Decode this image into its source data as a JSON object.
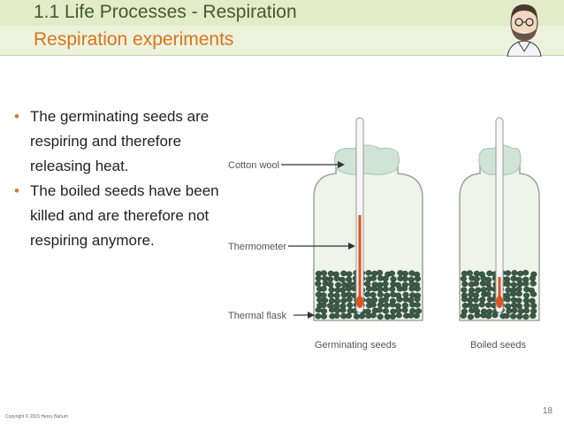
{
  "header": {
    "title": "1.1 Life Processes - Respiration",
    "subtitle": "Respiration experiments"
  },
  "bullets": [
    "The germinating seeds are respiring and therefore releasing heat.",
    "The boiled seeds have been killed and are therefore not respiring anymore."
  ],
  "diagram": {
    "labels": {
      "cotton_wool": "Cotton wool",
      "thermometer": "Thermometer",
      "thermal_flask": "Thermal flask",
      "germinating_seeds": "Germinating seeds",
      "boiled_seeds": "Boiled seeds"
    },
    "colors": {
      "seed": "#3b5a46",
      "flask_fill": "#eef4e9",
      "cotton": "#cfe3d6",
      "mercury": "#e0521e"
    }
  },
  "footer": {
    "copyright": "Copyright © 2015 Henry Bahum",
    "page": "18"
  }
}
